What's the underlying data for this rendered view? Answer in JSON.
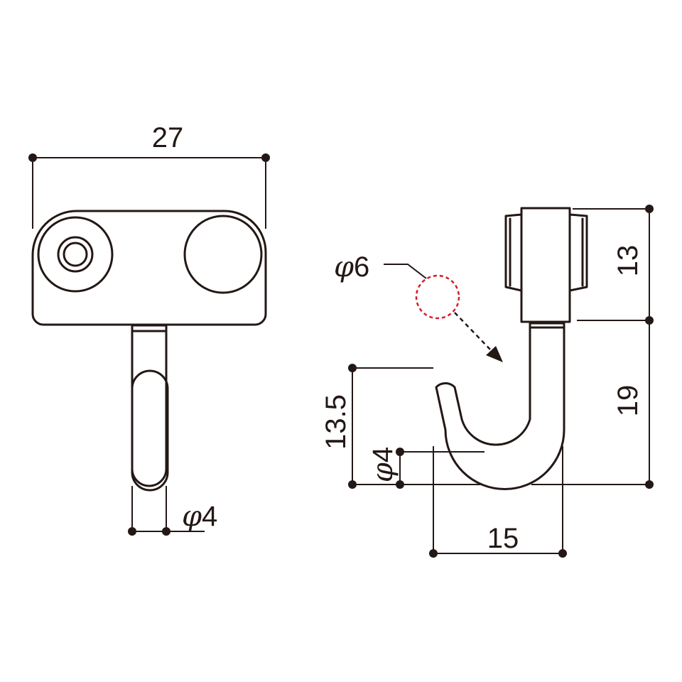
{
  "front_view": {
    "width_label": "27",
    "wire_dia_label": "4",
    "phi_symbol": "φ"
  },
  "side_view": {
    "height_top_label": "13",
    "height_hook_label": "19",
    "hook_depth_label": "13.5",
    "wire_dia_label": "4",
    "hook_width_label": "15",
    "hole_dia_label": "6",
    "phi_symbol": "φ"
  },
  "colors": {
    "line": "#231815",
    "hole_marker": "#d0202a"
  }
}
